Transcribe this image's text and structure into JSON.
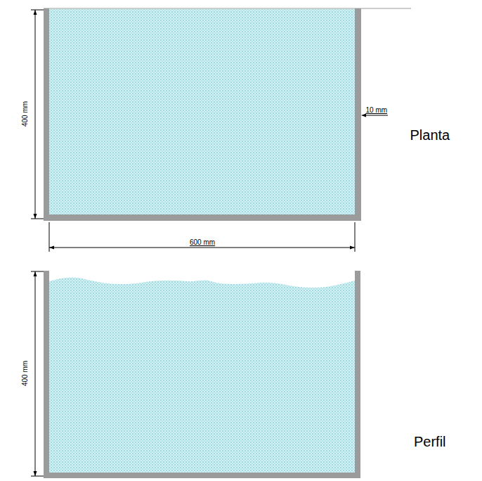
{
  "diagram": {
    "labels": [
      "400 mm",
      "10 mm",
      "Planta",
      "600 mm",
      "400 mm",
      "Perfil"
    ]
  }
}
